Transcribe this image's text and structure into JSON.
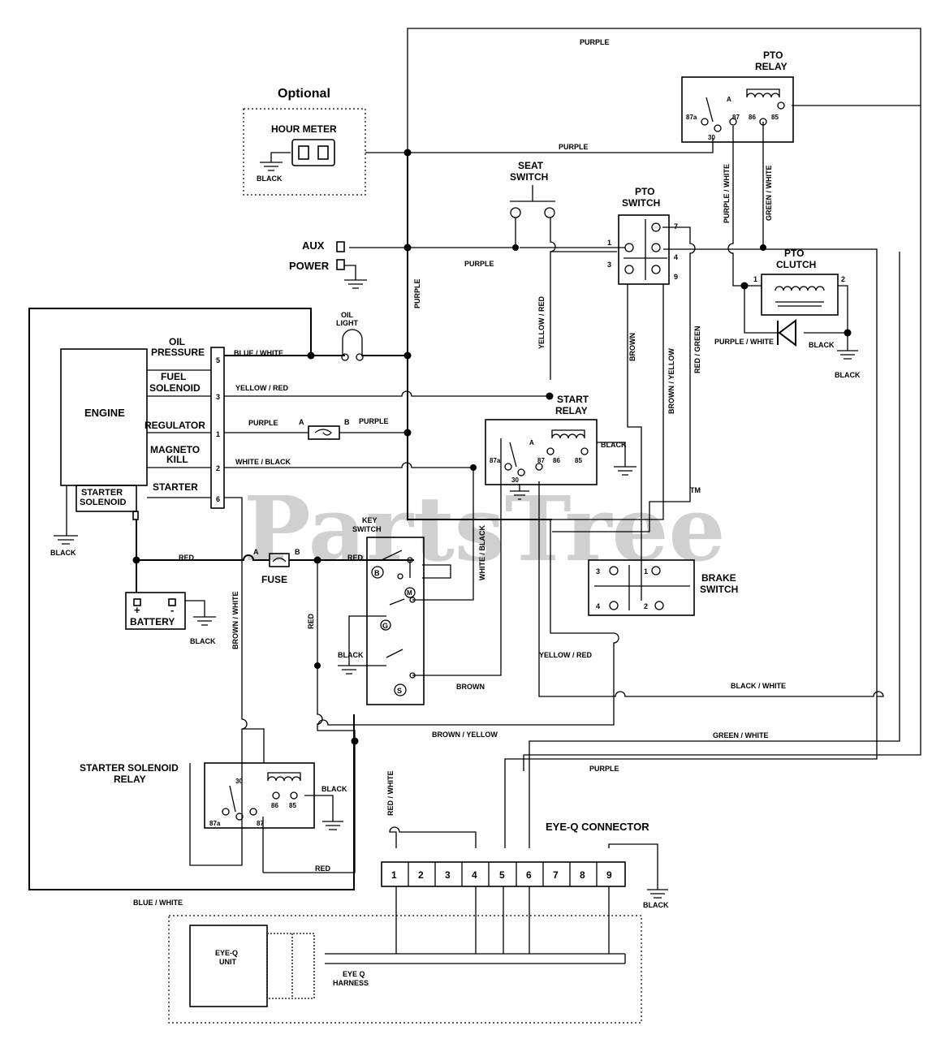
{
  "watermark": {
    "text": "PartsTree",
    "tm": "TM"
  },
  "labels": {
    "optional": "Optional",
    "hour_meter": "HOUR METER",
    "pto_relay_l1": "PTO",
    "pto_relay_l2": "RELAY",
    "seat_switch_l1": "SEAT",
    "seat_switch_l2": "SWITCH",
    "pto_switch_l1": "PTO",
    "pto_switch_l2": "SWITCH",
    "pto_clutch_l1": "PTO",
    "pto_clutch_l2": "CLUTCH",
    "aux": "AUX",
    "power": "POWER",
    "oil_light_l1": "OIL",
    "oil_light_l2": "LIGHT",
    "engine": "ENGINE",
    "oil_pressure_l1": "OIL",
    "oil_pressure_l2": "PRESSURE",
    "fuel_solenoid_l1": "FUEL",
    "fuel_solenoid_l2": "SOLENOID",
    "regulator": "REGULATOR",
    "magneto_kill_l1": "MAGNETO",
    "magneto_kill_l2": "KILL",
    "starter": "STARTER",
    "starter_solenoid_l1": "STARTER",
    "starter_solenoid_l2": "SOLENOID",
    "start_relay_l1": "START",
    "start_relay_l2": "RELAY",
    "key_switch_l1": "KEY",
    "key_switch_l2": "SWITCH",
    "fuse": "FUSE",
    "battery": "BATTERY",
    "brake_switch_l1": "BRAKE",
    "brake_switch_l2": "SWITCH",
    "starter_solenoid_relay_l1": "STARTER SOLENOID",
    "starter_solenoid_relay_l2": "RELAY",
    "eyeq_connector": "EYE-Q CONNECTOR",
    "eyeq_unit_l1": "EYE-Q",
    "eyeq_unit_l2": "UNIT",
    "eyeq_harness_l1": "EYE Q",
    "eyeq_harness_l2": "HARNESS"
  },
  "wires": {
    "purple": "PURPLE",
    "black": "BLACK",
    "purple_white": "PURPLE / WHITE",
    "green_white": "GREEN / WHITE",
    "blue_white": "BLUE / WHITE",
    "yellow_red": "YELLOW / RED",
    "white_black": "WHITE / BLACK",
    "red": "RED",
    "brown": "BROWN",
    "brown_yellow": "BROWN / YELLOW",
    "red_green": "RED / GREEN",
    "brown_white": "BROWN / WHITE",
    "black_white": "BLACK / WHITE",
    "red_white": "RED / WHITE"
  },
  "terminals": {
    "t87a": "87a",
    "t87": "87",
    "t86": "86",
    "t85": "85",
    "t30": "30",
    "n1": "1",
    "n2": "2",
    "n3": "3",
    "n4": "4",
    "n5": "5",
    "n6": "6",
    "n7": "7",
    "n8": "8",
    "n9": "9",
    "A": "A",
    "B": "B",
    "kB": "B",
    "kM": "M",
    "kG": "G",
    "kS": "S",
    "plus": "+",
    "minus": "-"
  }
}
